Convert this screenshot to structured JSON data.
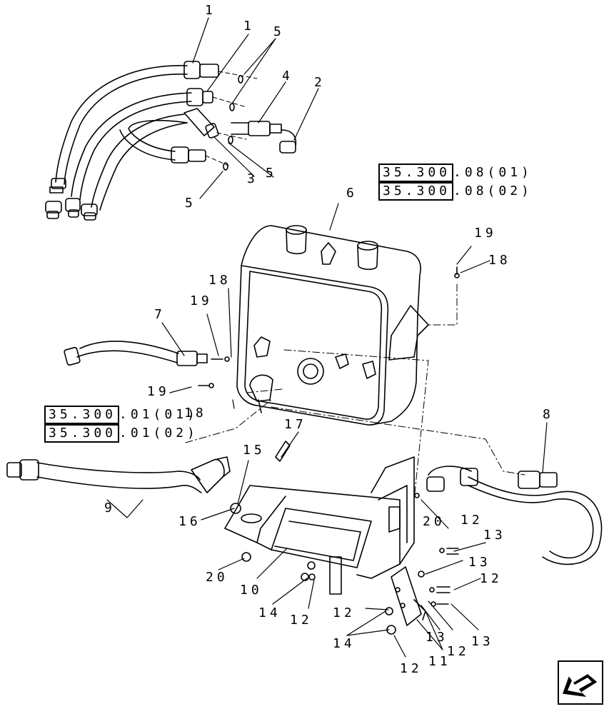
{
  "callouts": {
    "c1a": "1",
    "c1b": "1",
    "c5a": "5",
    "c4": "4",
    "c2": "2",
    "c5b": "5",
    "c3": "3",
    "c5c": "5",
    "c6": "6",
    "c19a": "19",
    "c18a": "18",
    "c18b": "18",
    "c19b": "19",
    "c7": "7",
    "c19c": "19",
    "c18c": "18",
    "c8": "8",
    "c17": "17",
    "c15": "15",
    "c9": "9",
    "c16": "16",
    "c20a": "20",
    "c12a": "12",
    "c13a": "13",
    "c20b": "20",
    "c10": "10",
    "c13b": "13",
    "c12b": "12",
    "c14a": "14",
    "c12c": "12",
    "c12d": "12",
    "c13c": "13",
    "c13d": "13",
    "c12e": "12",
    "c14b": "14",
    "c12f": "12",
    "c11": "11"
  },
  "references": {
    "top_1_page": "35.300",
    "top_1_suffix": ".08(01)",
    "top_2_page": "35.300",
    "top_2_suffix": ".08(02)",
    "left_1_page": "35.300",
    "left_1_suffix": ".01(01)",
    "left_2_page": "35.300",
    "left_2_suffix": ".01(02)"
  },
  "icons": {
    "nav": "previous-page-arrow-icon"
  }
}
